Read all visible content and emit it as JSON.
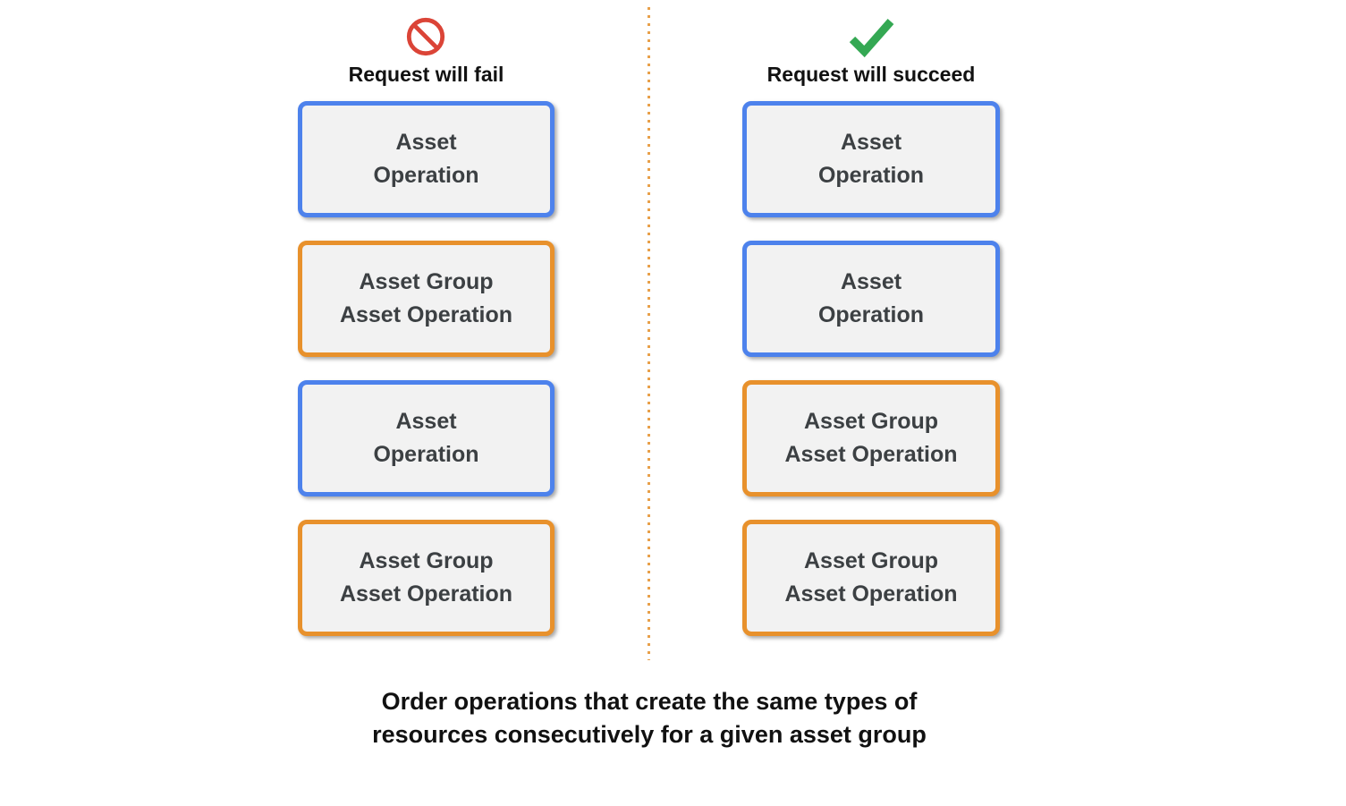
{
  "columns": [
    {
      "title": "Request will fail",
      "icon": "prohibited-icon",
      "boxes": [
        {
          "line1": "Asset",
          "line2": "Operation",
          "color": "blue"
        },
        {
          "line1": "Asset Group",
          "line2": "Asset Operation",
          "color": "orange"
        },
        {
          "line1": "Asset",
          "line2": "Operation",
          "color": "blue"
        },
        {
          "line1": "Asset Group",
          "line2": "Asset Operation",
          "color": "orange"
        }
      ]
    },
    {
      "title": "Request will succeed",
      "icon": "checkmark-icon",
      "boxes": [
        {
          "line1": "Asset",
          "line2": "Operation",
          "color": "blue"
        },
        {
          "line1": "Asset",
          "line2": "Operation",
          "color": "blue"
        },
        {
          "line1": "Asset Group",
          "line2": "Asset Operation",
          "color": "orange"
        },
        {
          "line1": "Asset Group",
          "line2": "Asset Operation",
          "color": "orange"
        }
      ]
    }
  ],
  "caption": {
    "line1": "Order operations that create the same types of",
    "line2": "resources consecutively for a given asset group"
  },
  "colors": {
    "blue_border": "#4D82EC",
    "orange_border": "#E8912C",
    "box_fill": "#F2F2F2",
    "box_text": "#3C4043",
    "divider": "#E8A04A",
    "fail_icon": "#DB4437",
    "success_icon": "#34A853",
    "heading_text": "#111111"
  }
}
